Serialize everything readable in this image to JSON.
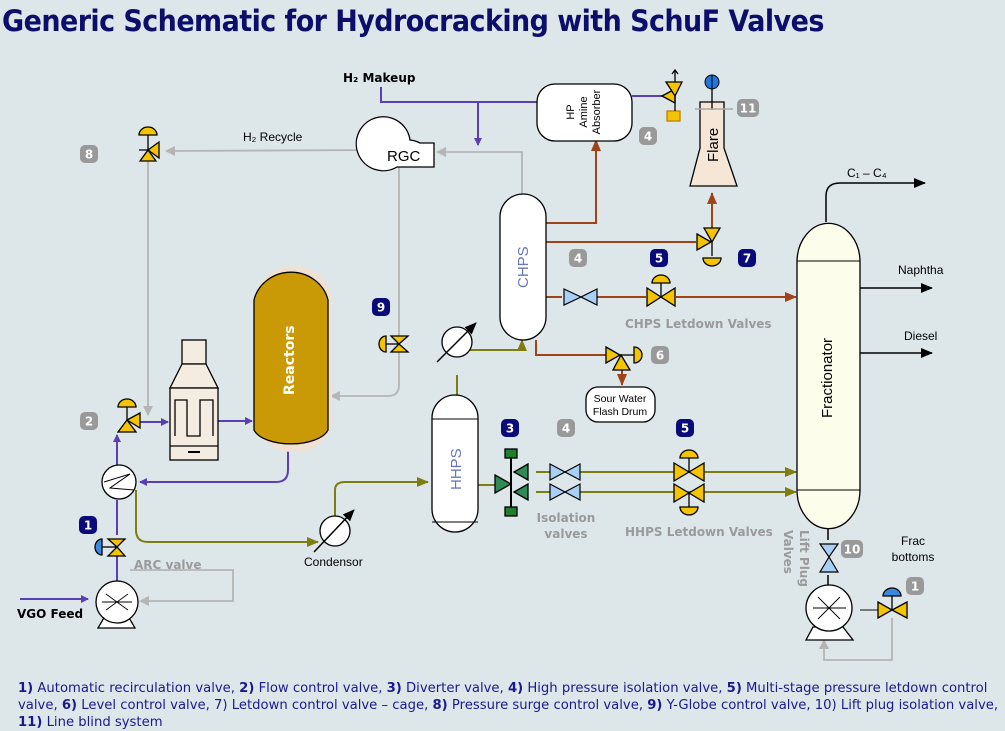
{
  "title": "Generic Schematic for Hydrocracking with SchuF Valves",
  "colors": {
    "background": "#dde7ea",
    "title": "#0d0d6b",
    "h2_line": "#5a3fb0",
    "recycle_line": "#b5b5b5",
    "effluent_line": "#7d7d10",
    "letdown_line": "#a04418",
    "valve_yellow": "#f5c400",
    "isolation_blue": "#a8d0f5",
    "diverter_green": "#2e8b57",
    "reactor": "#c99a06",
    "badge_navy": "#0a0a7a",
    "badge_gray": "#999999"
  },
  "streams": {
    "h2_makeup": "H₂ Makeup",
    "h2_recycle": "H₂ Recycle",
    "c1_c4": "C₁ – C₄",
    "naphtha": "Naphtha",
    "diesel": "Diesel",
    "vgo_feed": "VGO Feed",
    "frac_bottoms_1": "Frac",
    "frac_bottoms_2": "bottoms"
  },
  "equipment": {
    "rgc": "RGC",
    "amine_1": "HP",
    "amine_2": "Amine",
    "amine_3": "Absorber",
    "flare": "Flare",
    "chps": "CHPS",
    "hhps": "HHPS",
    "reactors": "Reactors",
    "fractionator": "Fractionator",
    "sour_water_1": "Sour Water",
    "sour_water_2": "Flash Drum",
    "condensor": "Condensor"
  },
  "labels": {
    "chps_letdown": "CHPS Letdown Valves",
    "hhps_letdown": "HHPS Letdown Valves",
    "isolation_1": "Isolation",
    "isolation_2": "valves",
    "arc_valve": "ARC valve",
    "lift_plug_1": "Lift Plug",
    "lift_plug_2": "Valves"
  },
  "badges": [
    {
      "id": "b8",
      "text": "8",
      "style": "gray"
    },
    {
      "id": "b4a",
      "text": "4",
      "style": "gray"
    },
    {
      "id": "b11",
      "text": "11",
      "style": "gray"
    },
    {
      "id": "b4b",
      "text": "4",
      "style": "gray"
    },
    {
      "id": "b5a",
      "text": "5",
      "style": "navy"
    },
    {
      "id": "b7",
      "text": "7",
      "style": "navy"
    },
    {
      "id": "b9",
      "text": "9",
      "style": "navy"
    },
    {
      "id": "b6",
      "text": "6",
      "style": "gray"
    },
    {
      "id": "b2",
      "text": "2",
      "style": "gray"
    },
    {
      "id": "b3",
      "text": "3",
      "style": "navy"
    },
    {
      "id": "b4c",
      "text": "4",
      "style": "gray"
    },
    {
      "id": "b5b",
      "text": "5",
      "style": "navy"
    },
    {
      "id": "b1a",
      "text": "1",
      "style": "navy"
    },
    {
      "id": "b10",
      "text": "10",
      "style": "gray"
    },
    {
      "id": "b1b",
      "text": "1",
      "style": "gray"
    }
  ],
  "legend": [
    {
      "num": "1)",
      "bold": true,
      "text": " Automatic recirculation valve, "
    },
    {
      "num": "2)",
      "bold": true,
      "text": " Flow control valve, "
    },
    {
      "num": "3)",
      "bold": true,
      "text": " Diverter valve, "
    },
    {
      "num": "4)",
      "bold": true,
      "text": " High pressure isolation valve, "
    },
    {
      "num": "5)",
      "bold": true,
      "text": " Multi-stage pressure letdown control valve, "
    },
    {
      "num": "6)",
      "bold": true,
      "text": " Level control valve, "
    },
    {
      "num": "7)",
      "bold": false,
      "text": " Letdown control valve – cage, "
    },
    {
      "num": "8)",
      "bold": true,
      "text": " Pressure surge control valve, "
    },
    {
      "num": "9)",
      "bold": true,
      "text": " Y-Globe control valve, "
    },
    {
      "num": "10)",
      "bold": false,
      "text": " Lift plug isolation valve, "
    },
    {
      "num": "11)",
      "bold": true,
      "text": " Line blind system"
    }
  ]
}
